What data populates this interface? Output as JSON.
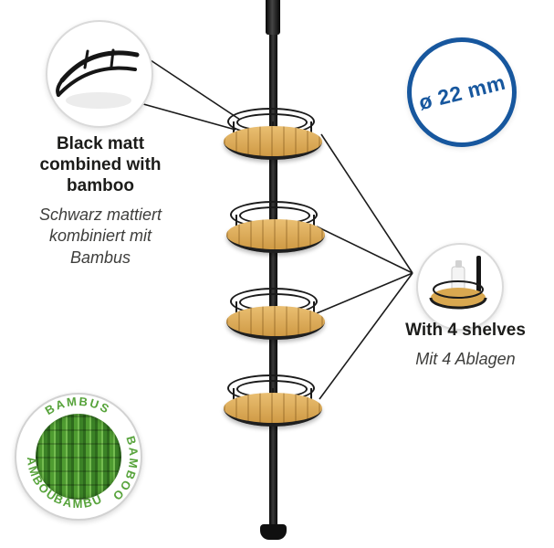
{
  "features": {
    "material": {
      "title": "Black matt\ncombined with\nbamboo",
      "subtitle": "Schwarz mattiert\nkombiniert mit\nBambus"
    },
    "shelves": {
      "title": "With 4 shelves",
      "subtitle": "Mit 4 Ablagen"
    }
  },
  "diameter_badge": {
    "label": "ø 22 mm"
  },
  "bamboo_badge": {
    "labels": {
      "top": "BAMBUS",
      "right": "BAMBOO",
      "bottom": "BAMBU",
      "left": "BAMBOU"
    }
  },
  "colors": {
    "accent_blue": "#17579e",
    "bamboo_wood": "#d9a850",
    "badge_green": "#57a33b",
    "pole_black": "#141414"
  }
}
